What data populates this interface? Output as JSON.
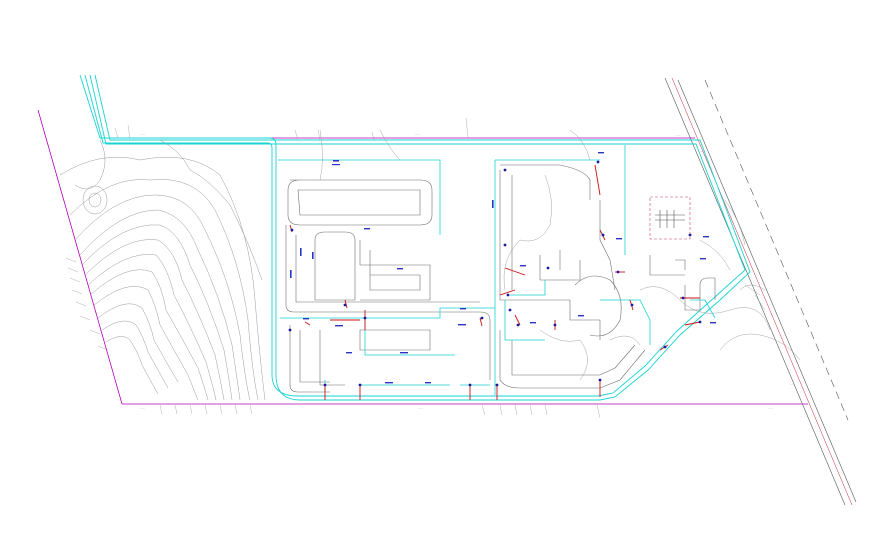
{
  "drawing": {
    "colors": {
      "background": "#ffffff",
      "property_line": "#b000b8",
      "road_cyan": "#19d3d3",
      "road_edge_gray": "#6e6e6e",
      "contour_gray": "#9a9a9a",
      "utility_red": "#cc1111",
      "label_blue": "#2233cc",
      "node_blue": "#1a1a9a"
    },
    "labels": [
      {
        "id": "road-north-1",
        "text": "·····"
      },
      {
        "id": "road-north-2",
        "text": "·····"
      },
      {
        "id": "road-north-3",
        "text": "·····"
      },
      {
        "id": "road-south-1",
        "text": "·····"
      },
      {
        "id": "road-south-2",
        "text": "·····"
      },
      {
        "id": "road-south-3",
        "text": "·····"
      },
      {
        "id": "road-east-1",
        "text": "·····"
      },
      {
        "id": "road-east-2",
        "text": "·····"
      }
    ]
  }
}
